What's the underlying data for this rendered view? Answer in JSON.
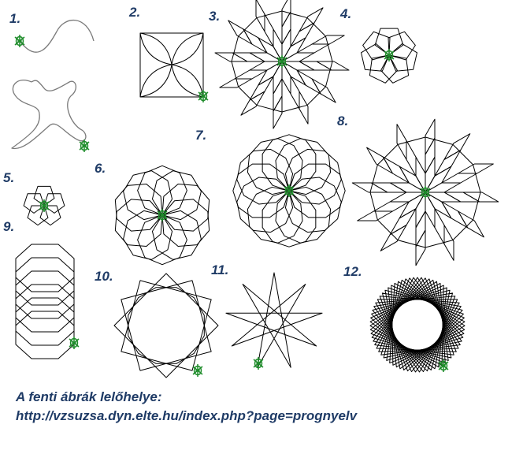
{
  "figure_numbers": [
    "1.",
    "2.",
    "3.",
    "4.",
    "5.",
    "6.",
    "7.",
    "8.",
    "9.",
    "10.",
    "11.",
    "12."
  ],
  "caption": {
    "line1": "A fenti ábrák lelőhelye:",
    "line2": "http://vzsuzsa.dyn.elte.hu/index.php?page=prognyelv"
  },
  "colors": {
    "label": "#1f3b66",
    "turtle": "#1e8c2a",
    "line": "#000000",
    "arc": "#7a7a7a"
  },
  "icons": [
    "turtle-icon"
  ]
}
